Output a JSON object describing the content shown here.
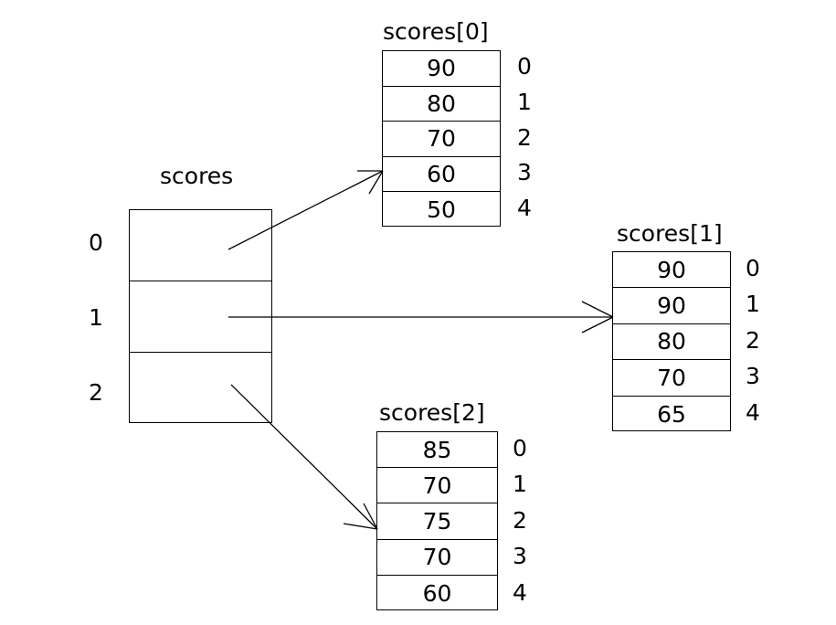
{
  "diagram": {
    "title_main": "scores",
    "outer": {
      "label": "scores",
      "row_indices": [
        "0",
        "1",
        "2"
      ]
    },
    "arrays": [
      {
        "label": "scores[0]",
        "values": [
          "90",
          "80",
          "70",
          "60",
          "50"
        ],
        "indices": [
          "0",
          "1",
          "2",
          "3",
          "4"
        ]
      },
      {
        "label": "scores[1]",
        "values": [
          "90",
          "90",
          "80",
          "70",
          "65"
        ],
        "indices": [
          "0",
          "1",
          "2",
          "3",
          "4"
        ]
      },
      {
        "label": "scores[2]",
        "values": [
          "85",
          "70",
          "75",
          "70",
          "60"
        ],
        "indices": [
          "0",
          "1",
          "2",
          "3",
          "4"
        ]
      }
    ],
    "colors": {
      "stroke": "#000000",
      "background": "#ffffff",
      "text": "#000000"
    }
  }
}
